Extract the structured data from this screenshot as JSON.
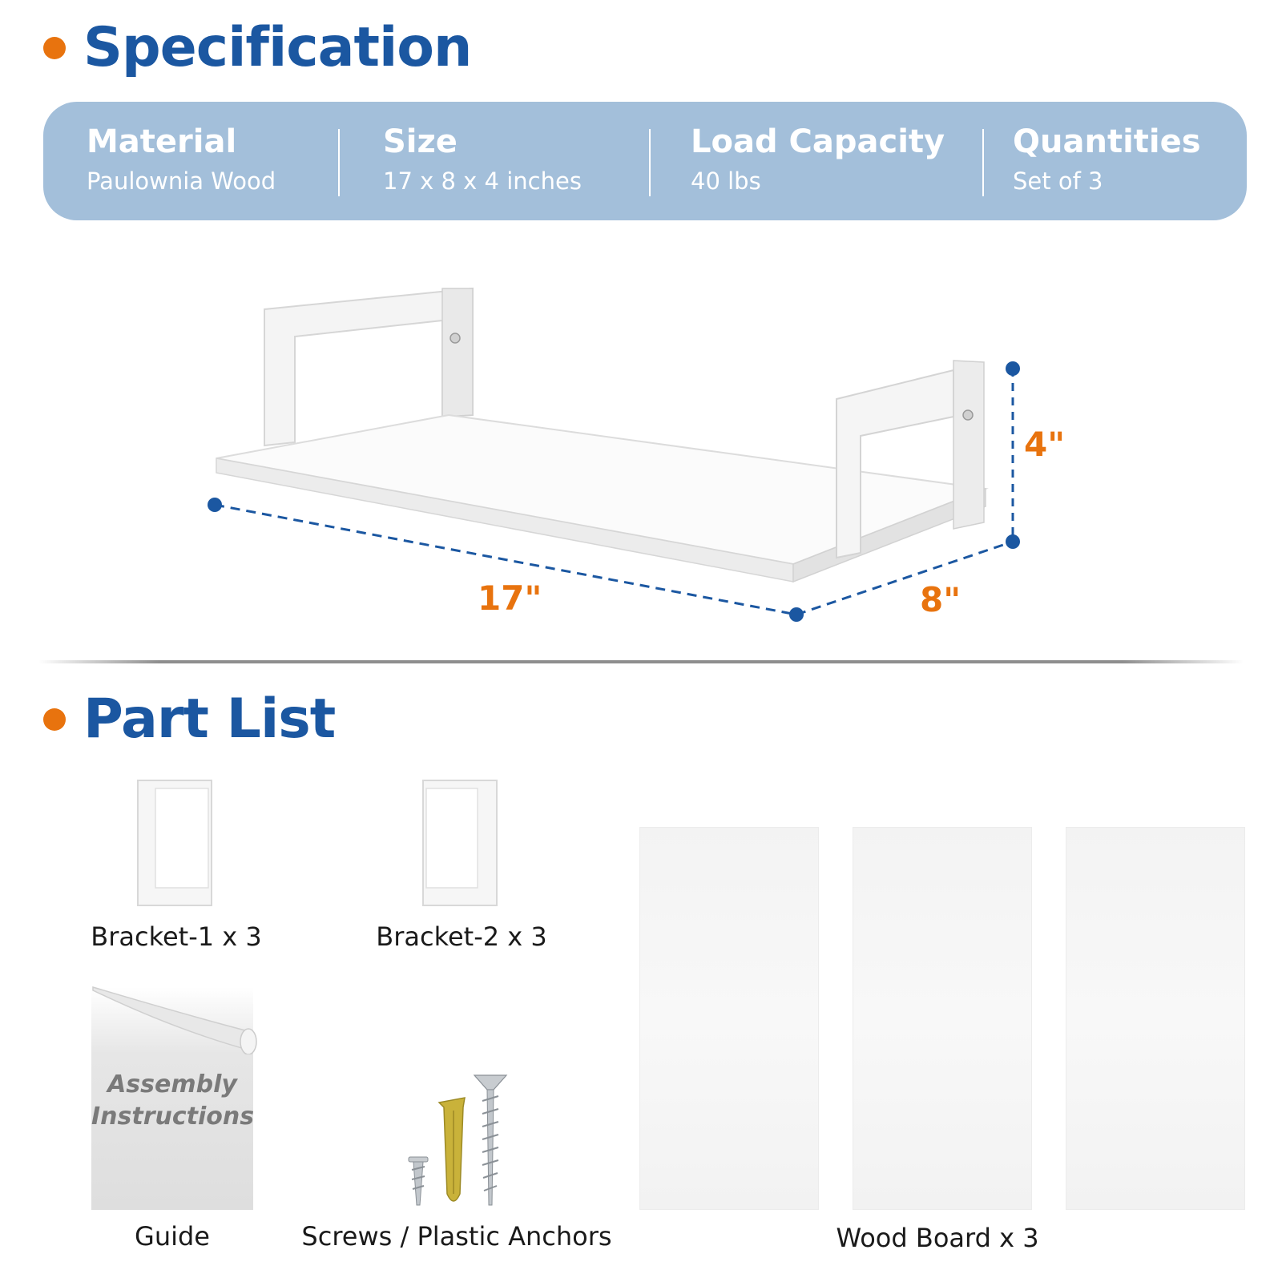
{
  "specification": {
    "title": "Specification",
    "items": [
      {
        "label": "Material",
        "value": "Paulownia Wood"
      },
      {
        "label": "Size",
        "value": "17 x 8 x 4 inches"
      },
      {
        "label": "Load Capacity",
        "value": "40 lbs"
      },
      {
        "label": "Quantities",
        "value": "Set of  3"
      }
    ]
  },
  "dimensions": {
    "length": "17\"",
    "depth": "8\"",
    "height": "4\""
  },
  "part_list": {
    "title": "Part List",
    "parts": [
      {
        "label": "Bracket-1 x 3"
      },
      {
        "label": "Bracket-2 x 3"
      },
      {
        "label": "Guide"
      },
      {
        "label": "Screws / Plastic Anchors"
      },
      {
        "label": "Wood Board x 3"
      }
    ],
    "guide_text": [
      "Assembly",
      "Instructions"
    ]
  },
  "colors": {
    "accent_orange": "#E8730E",
    "title_blue": "#1B57A1",
    "spec_bar": "#A3BFDA",
    "dimension_line": "#1B57A1"
  }
}
